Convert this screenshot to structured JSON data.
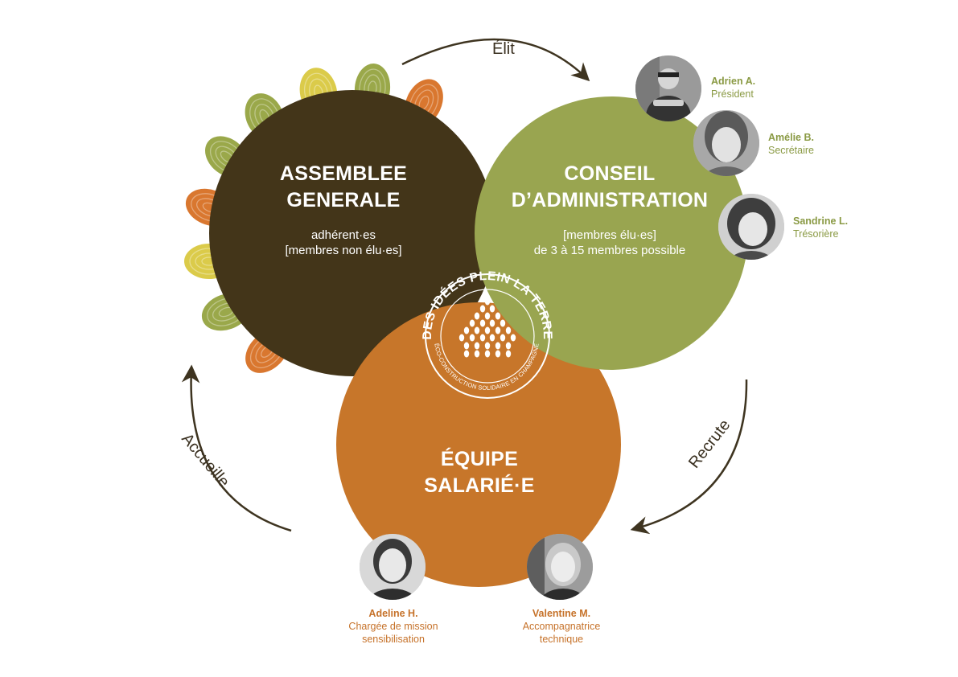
{
  "colors": {
    "assemblee": "#433519",
    "conseil": "#99a550",
    "equipe": "#c7762a",
    "arrow": "#3e3420",
    "green_text": "#8a9a44",
    "orange_text": "#c6722a"
  },
  "assemblee": {
    "title_line1": "ASSEMBLEE",
    "title_line2": "GENERALE",
    "sub_line1": "adhérent·es",
    "sub_line2": "[membres non élu·es]"
  },
  "conseil": {
    "title_line1": "CONSEIL",
    "title_line2": "D’ADMINISTRATION",
    "sub_line1": "[membres élu·es]",
    "sub_line2": "de 3 à 15 membres possible"
  },
  "equipe": {
    "title_line1": "ÉQUIPE",
    "title_line2": "SALARIÉ·E"
  },
  "logo": {
    "arc_top": "DES IDÉES PLEIN LA TERRE",
    "arc_bottom": "ÉCO-CONSTRUCTION SOLIDAIRE EN CHAMPAGNE"
  },
  "arrows": {
    "elit": "Élit",
    "recrute": "Recrute",
    "accueille": "Accueille"
  },
  "conseil_members": [
    {
      "name": "Adrien A.",
      "role": "Président"
    },
    {
      "name": "Amélie B.",
      "role": "Secrétaire"
    },
    {
      "name": "Sandrine L.",
      "role": "Trésorière"
    }
  ],
  "equipe_members": [
    {
      "name": "Adeline H.",
      "role_line1": "Chargée de mission",
      "role_line2": "sensibilisation"
    },
    {
      "name": "Valentine M.",
      "role_line1": "Accompagnatrice",
      "role_line2": "technique"
    }
  ],
  "fingerprints": [
    {
      "color": "#9aa84a"
    },
    {
      "color": "#dbcb4a"
    },
    {
      "color": "#9aa84a"
    },
    {
      "color": "#d9772f"
    },
    {
      "color": "#9aa84a"
    },
    {
      "color": "#d9772f"
    },
    {
      "color": "#dbcb4a"
    },
    {
      "color": "#9aa84a"
    },
    {
      "color": "#d9772f"
    },
    {
      "color": "#dbcb4a"
    }
  ]
}
